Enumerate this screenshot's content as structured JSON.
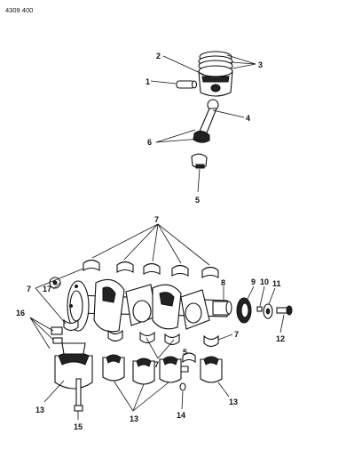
{
  "document_id": "4309 400",
  "callouts": [
    {
      "id": "c1",
      "text": "1"
    },
    {
      "id": "c2",
      "text": "2"
    },
    {
      "id": "c3",
      "text": "3"
    },
    {
      "id": "c4",
      "text": "4"
    },
    {
      "id": "c5a",
      "text": "5"
    },
    {
      "id": "c6",
      "text": "6"
    },
    {
      "id": "c7top",
      "text": "7"
    },
    {
      "id": "c7left",
      "text": "7"
    },
    {
      "id": "c7right",
      "text": "7"
    },
    {
      "id": "c7mid",
      "text": "7"
    },
    {
      "id": "c5b",
      "text": "5"
    },
    {
      "id": "c8",
      "text": "8"
    },
    {
      "id": "c9",
      "text": "9"
    },
    {
      "id": "c10",
      "text": "10"
    },
    {
      "id": "c11",
      "text": "11"
    },
    {
      "id": "c12",
      "text": "12"
    },
    {
      "id": "c16",
      "text": "16"
    },
    {
      "id": "c17",
      "text": "17"
    },
    {
      "id": "c13left",
      "text": "13"
    },
    {
      "id": "c13mid",
      "text": "13"
    },
    {
      "id": "c13right",
      "text": "13"
    },
    {
      "id": "c14",
      "text": "14"
    },
    {
      "id": "c15",
      "text": "15"
    }
  ]
}
